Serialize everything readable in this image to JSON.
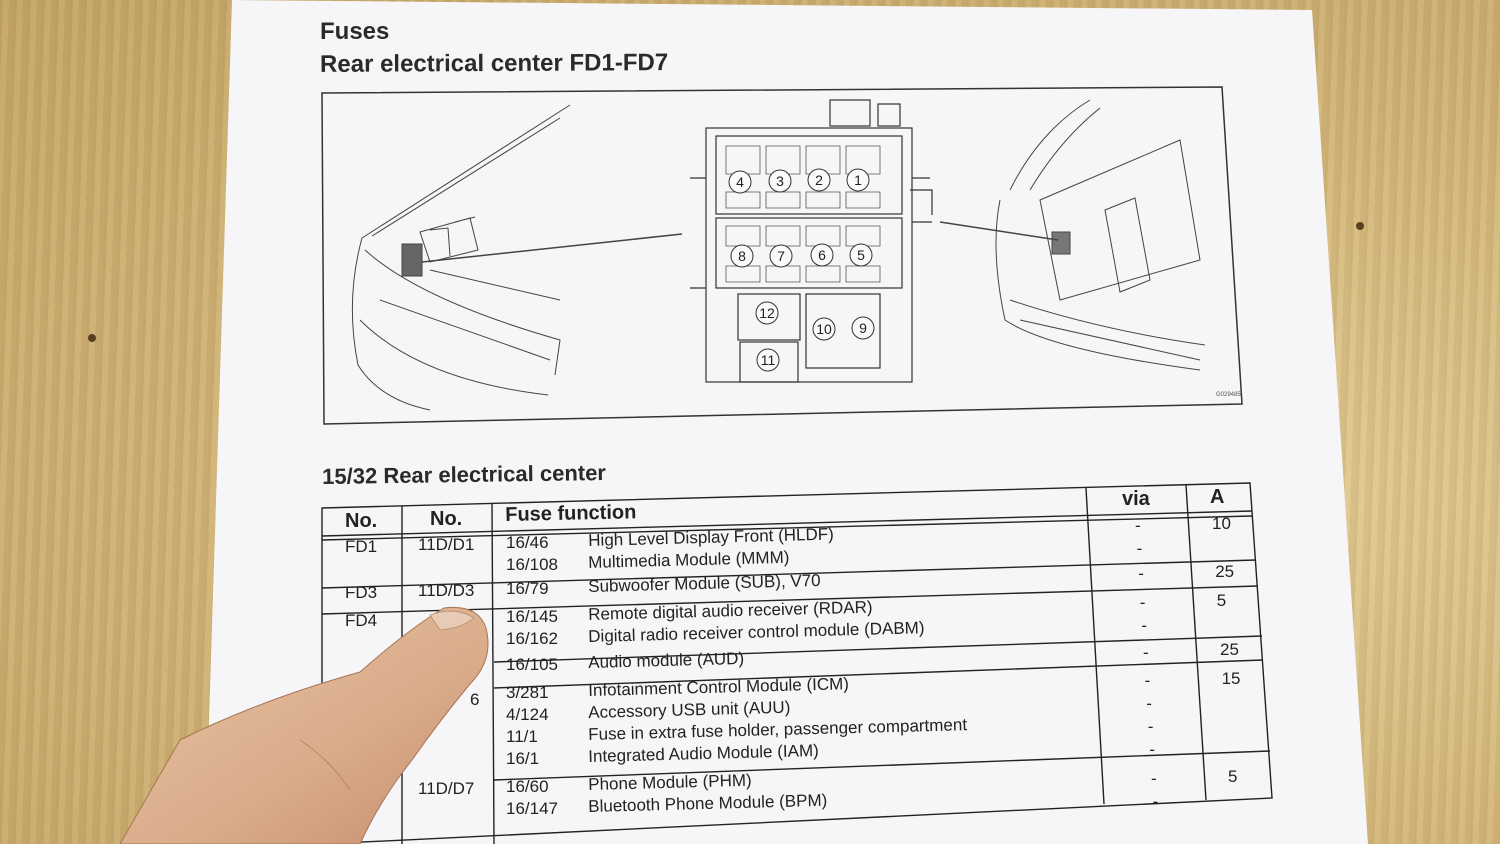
{
  "document": {
    "title": "Fuses",
    "subtitle": "Rear electrical center FD1-FD7",
    "section_title": "15/32 Rear electrical center",
    "diagram_code": "G029485",
    "fuse_positions": [
      "4",
      "3",
      "2",
      "1",
      "8",
      "7",
      "6",
      "5",
      "12",
      "10",
      "9",
      "11"
    ],
    "table": {
      "headers": {
        "no1": "No.",
        "no2": "No.",
        "function": "Fuse function",
        "via": "via",
        "amp": "A"
      },
      "rows": [
        {
          "no1": "FD1",
          "no2": "11D/D1",
          "code": "16/46",
          "function": "High Level Display Front (HLDF)",
          "via": "-",
          "amp": "10"
        },
        {
          "no1": "",
          "no2": "",
          "code": "16/108",
          "function": "Multimedia Module (MMM)",
          "via": "-",
          "amp": ""
        },
        {
          "no1": "FD3",
          "no2": "11D/D3",
          "code": "16/79",
          "function": "Subwoofer Module (SUB), V70",
          "via": "-",
          "amp": "25"
        },
        {
          "no1": "FD4",
          "no2": "",
          "code": "16/145",
          "function": "Remote digital audio receiver (RDAR)",
          "via": "-",
          "amp": "5"
        },
        {
          "no1": "",
          "no2": "",
          "code": "16/162",
          "function": "Digital radio receiver control module (DABM)",
          "via": "-",
          "amp": ""
        },
        {
          "no1": "",
          "no2": "",
          "code": "16/105",
          "function": "Audio module (AUD)",
          "via": "-",
          "amp": "25"
        },
        {
          "no1": "",
          "no2": "",
          "code": "3/281",
          "function": "Infotainment Control Module (ICM)",
          "via": "-",
          "amp": "15"
        },
        {
          "no1": "",
          "no2": "",
          "code": "4/124",
          "function": "Accessory USB unit (AUU)",
          "via": "-",
          "amp": ""
        },
        {
          "no1": "",
          "no2": "",
          "code": "11/1",
          "function": "Fuse in extra fuse holder, passenger compartment",
          "via": "-",
          "amp": ""
        },
        {
          "no1": "",
          "no2": "",
          "code": "16/1",
          "function": "Integrated Audio Module (IAM)",
          "via": "-",
          "amp": ""
        },
        {
          "no1": "",
          "no2": "11D/D7",
          "code": "16/60",
          "function": "Phone Module (PHM)",
          "via": "-",
          "amp": "5"
        },
        {
          "no1": "",
          "no2": "",
          "code": "16/147",
          "function": "Bluetooth Phone Module (BPM)",
          "via": "-",
          "amp": ""
        }
      ],
      "partial_mark": "6"
    }
  }
}
